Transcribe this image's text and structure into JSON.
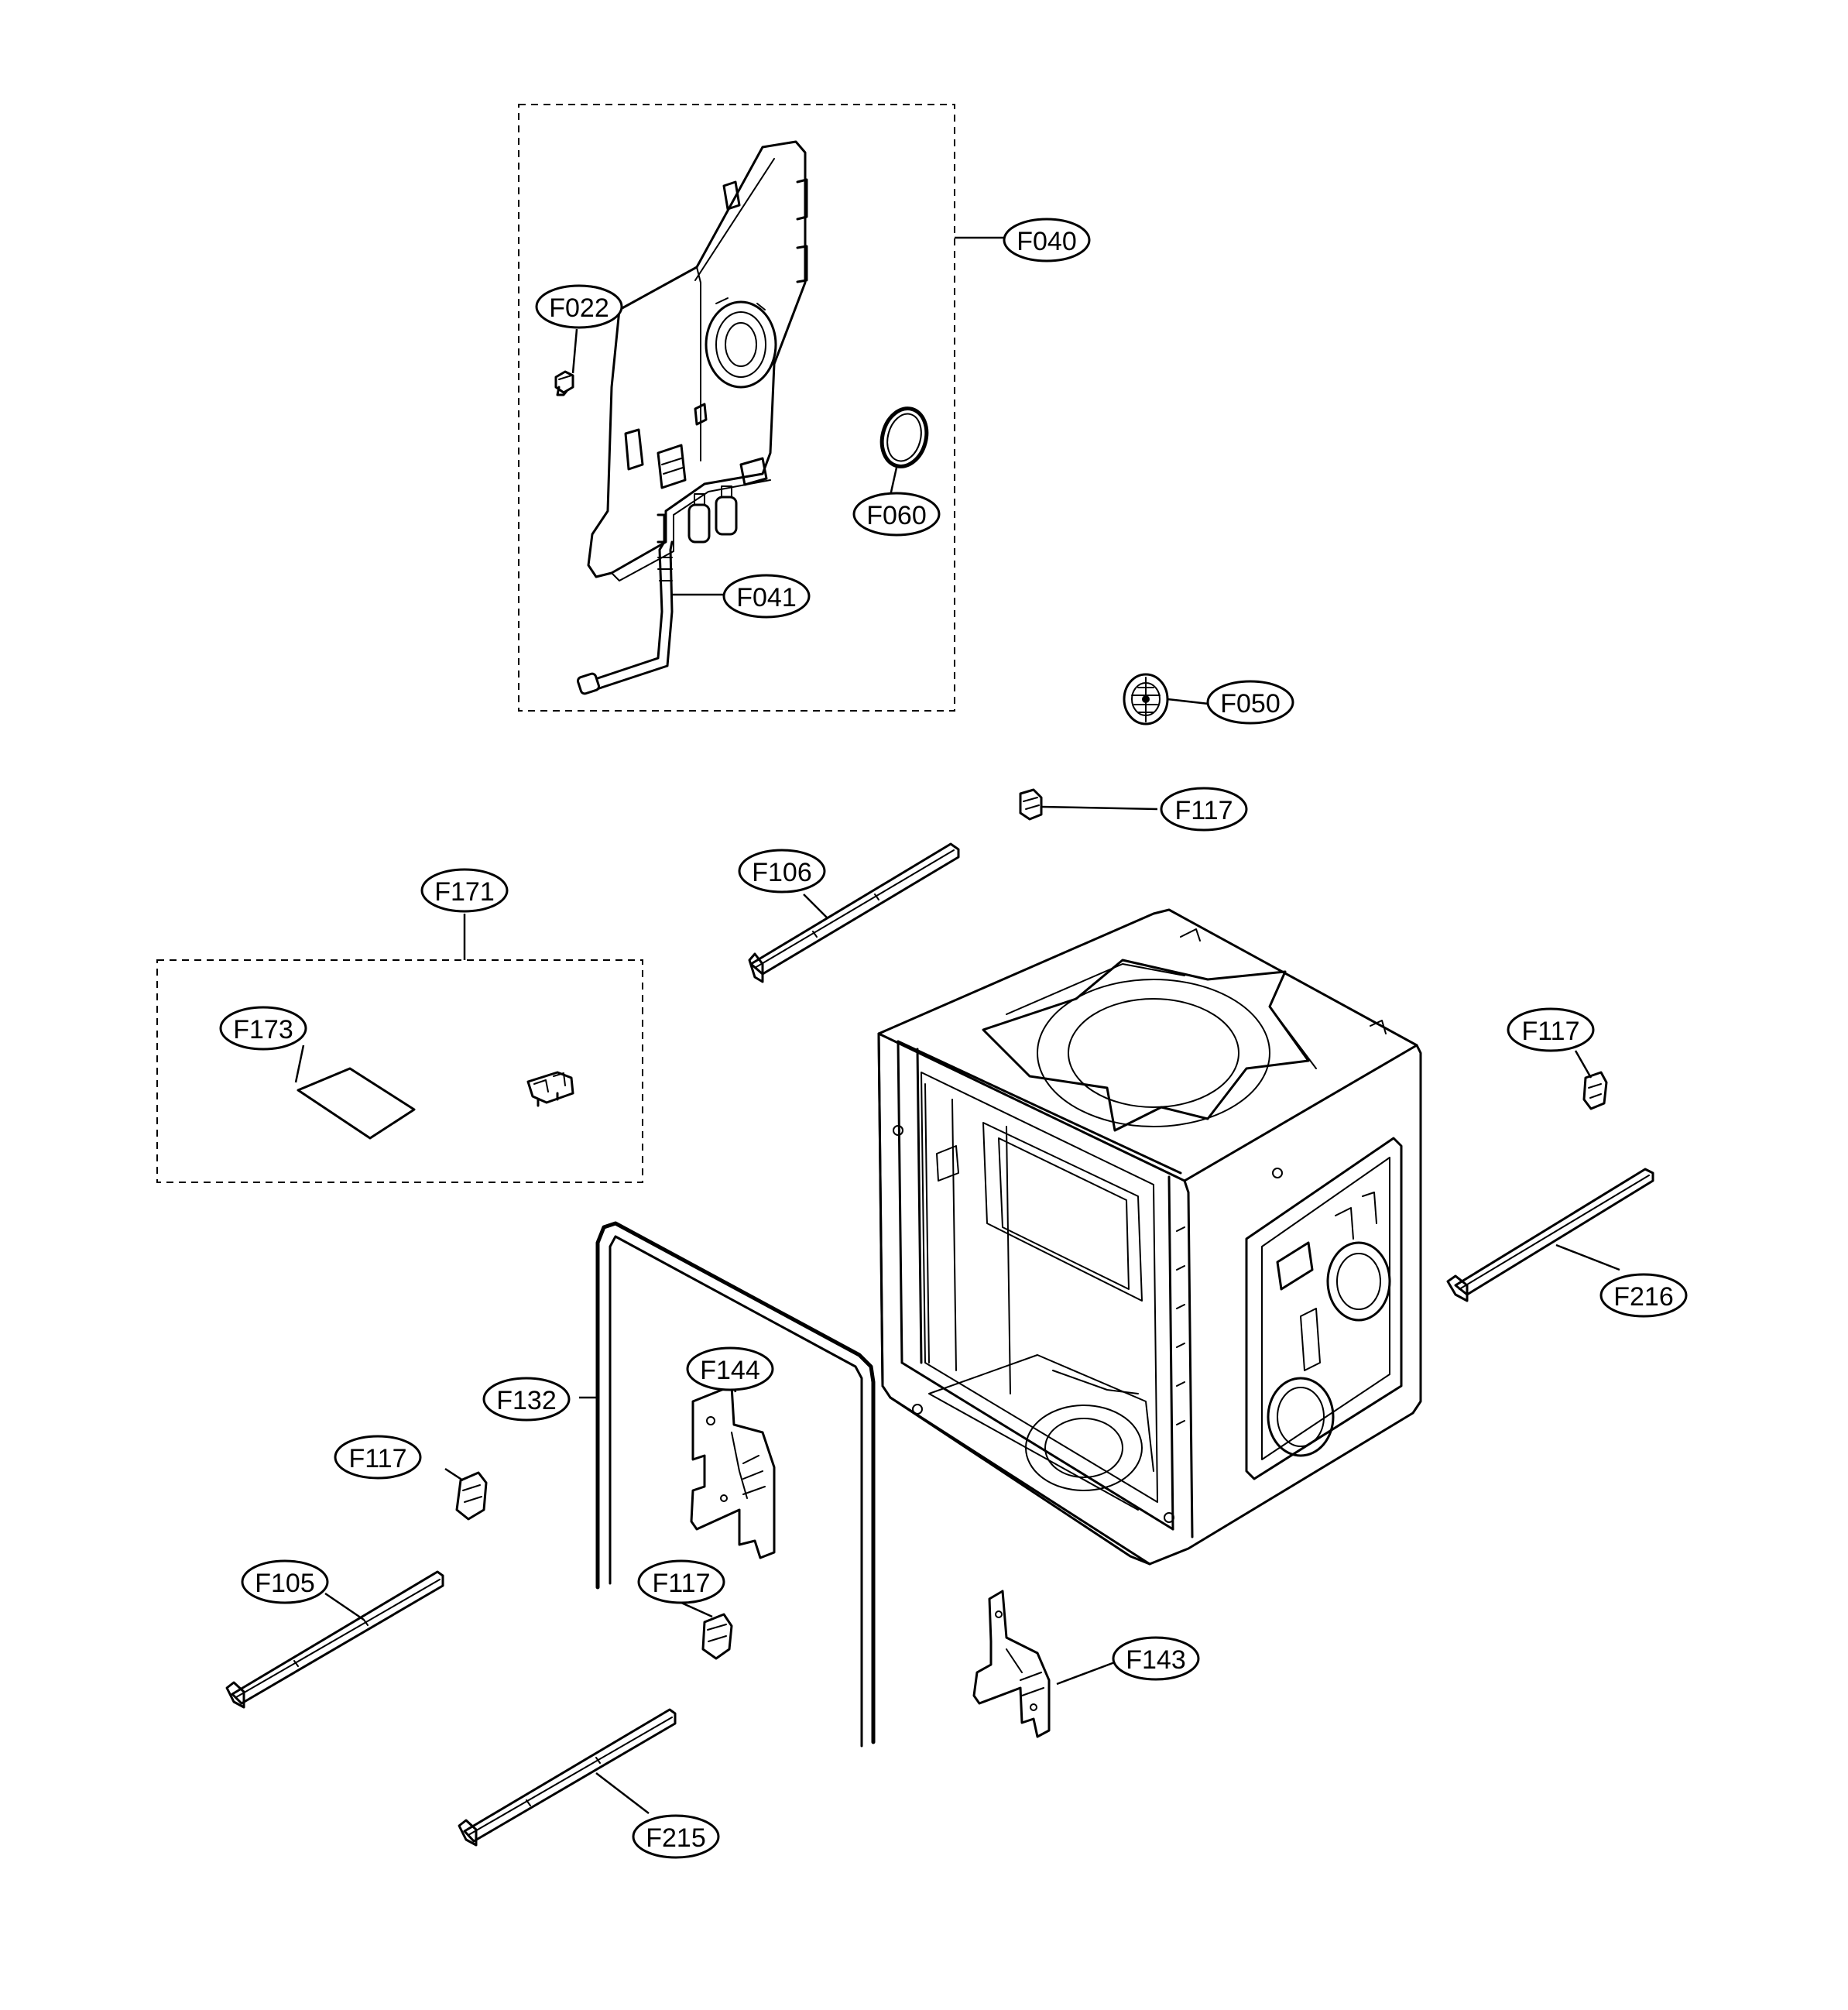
{
  "callouts": [
    {
      "id": "F040",
      "label": "F040"
    },
    {
      "id": "F022",
      "label": "F022"
    },
    {
      "id": "F060",
      "label": "F060"
    },
    {
      "id": "F041",
      "label": "F041"
    },
    {
      "id": "F050",
      "label": "F050"
    },
    {
      "id": "F117-top",
      "label": "F117"
    },
    {
      "id": "F106",
      "label": "F106"
    },
    {
      "id": "F171",
      "label": "F171"
    },
    {
      "id": "F173",
      "label": "F173"
    },
    {
      "id": "F117-right",
      "label": "F117"
    },
    {
      "id": "F216",
      "label": "F216"
    },
    {
      "id": "F144",
      "label": "F144"
    },
    {
      "id": "F132",
      "label": "F132"
    },
    {
      "id": "F117-left",
      "label": "F117"
    },
    {
      "id": "F105",
      "label": "F105"
    },
    {
      "id": "F117-mid",
      "label": "F117"
    },
    {
      "id": "F143",
      "label": "F143"
    },
    {
      "id": "F215",
      "label": "F215"
    }
  ]
}
